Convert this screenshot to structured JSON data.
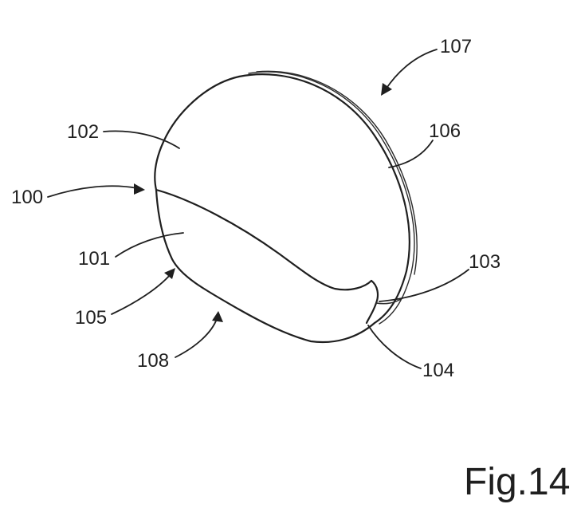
{
  "figure": {
    "caption": "Fig.14",
    "labels": {
      "r100": "100",
      "r101": "101",
      "r102": "102",
      "r103": "103",
      "r104": "104",
      "r105": "105",
      "r106": "106",
      "r107": "107",
      "r108": "108"
    },
    "colors": {
      "ink": "#1f1f1f",
      "background": "#ffffff"
    }
  }
}
